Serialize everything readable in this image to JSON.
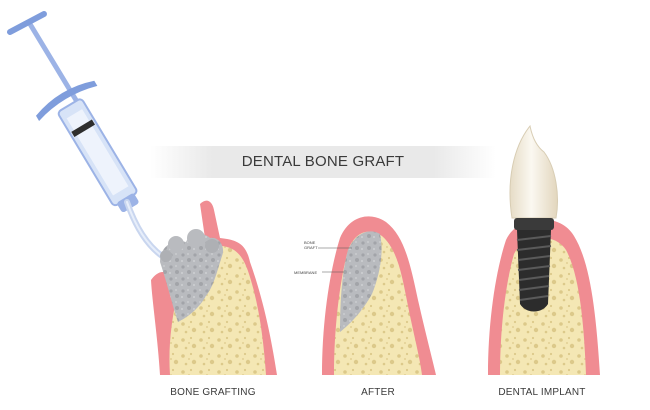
{
  "title": "DENTAL BONE GRAFT",
  "stages": [
    {
      "label": "BONE GRAFTING"
    },
    {
      "label": "AFTER"
    },
    {
      "label": "DENTAL IMPLANT"
    }
  ],
  "annotations": {
    "bone_graft": "BONE\nGRAFT",
    "membrane": "MEMBRANE"
  },
  "colors": {
    "gum": "#f08c92",
    "bone": "#f4e7b4",
    "bone_pore": "#dcc98a",
    "graft": "#b9bbbf",
    "syringe": "#9cb3e6",
    "implant": "#2c2c2c",
    "crown": "#f4efe4"
  }
}
